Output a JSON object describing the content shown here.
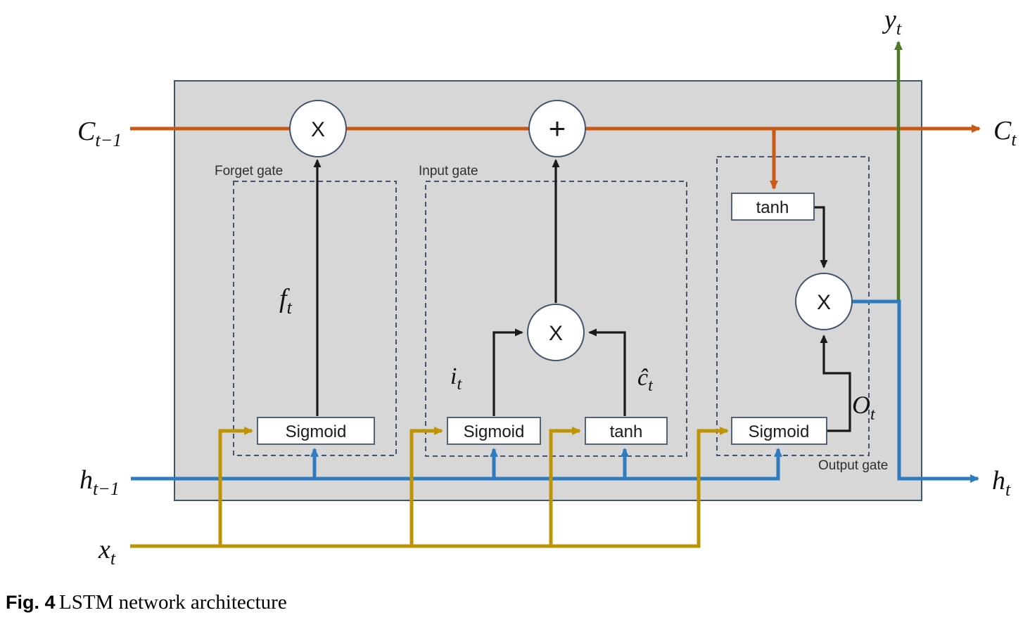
{
  "caption": {
    "prefix": "Fig. 4",
    "text": "LSTM network architecture"
  },
  "cell": {
    "gates": {
      "forget": {
        "label": "Forget gate",
        "activation": "Sigmoid"
      },
      "input": {
        "label": "Input gate",
        "activation_sigmoid": "Sigmoid",
        "activation_tanh": "tanh"
      },
      "output": {
        "label": "Output gate",
        "activation_sigmoid": "Sigmoid",
        "activation_tanh": "tanh"
      }
    },
    "operators": {
      "multiply": "X",
      "add": "+"
    },
    "signals": {
      "forget": {
        "base": "f",
        "sub": "t"
      },
      "input": {
        "base": "i",
        "sub": "t"
      },
      "candidate": {
        "base": "ĉ",
        "sub": "t"
      },
      "output": {
        "base": "O",
        "sub": "t"
      }
    }
  },
  "io": {
    "cell_state_in": {
      "base": "C",
      "sub": "t−1"
    },
    "cell_state_out": {
      "base": "C",
      "sub": "t"
    },
    "hidden_in": {
      "base": "h",
      "sub": "t−1"
    },
    "hidden_out": {
      "base": "h",
      "sub": "t"
    },
    "input": {
      "base": "x",
      "sub": "t"
    },
    "output": {
      "base": "y",
      "sub": "t"
    }
  },
  "colors": {
    "cell_state_line": "#C85A15",
    "hidden_line": "#2E7BC0",
    "input_line": "#BE9405",
    "output_line": "#4E7A28",
    "cell_fill": "#D7D7D7",
    "outline": "#44546A"
  }
}
